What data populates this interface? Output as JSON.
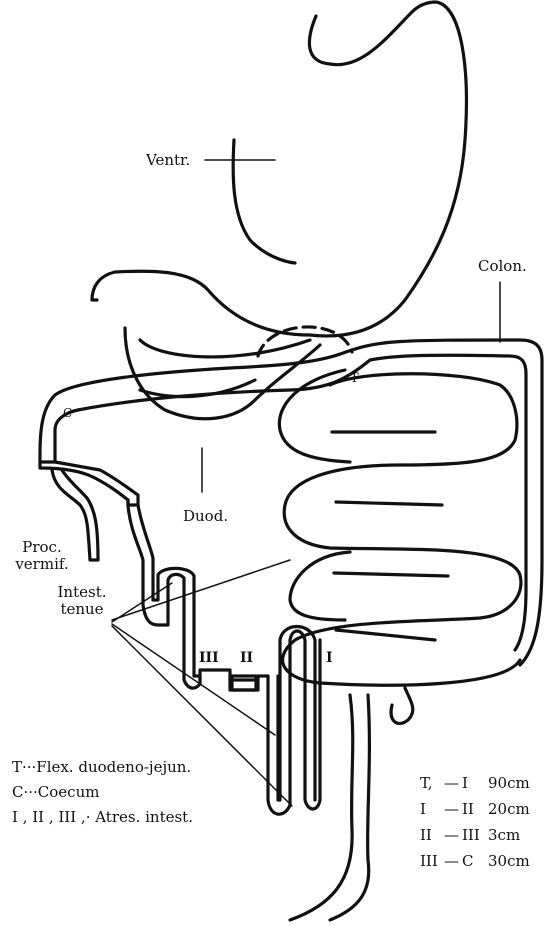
{
  "labels": {
    "ventr": "Ventr.",
    "colon": "Colon.",
    "duod": "Duod.",
    "proc1": "Proc.",
    "proc2": "vermif.",
    "intest1": "Intest.",
    "intest2": "tenue",
    "t_mark": "T",
    "c_mark": "C",
    "roman1": "I",
    "roman2": "II",
    "roman3": "III"
  },
  "legend": {
    "line1": "T···Flex. duodeno-jejun.",
    "line2": "C···Coecum",
    "line3": "I , II , III ,· Atres. intest."
  },
  "distances": [
    {
      "from": "T,",
      "to": "I",
      "value": "90cm"
    },
    {
      "from": "I",
      "to": "II",
      "value": "20cm"
    },
    {
      "from": "II",
      "to": "III",
      "value": "3cm"
    },
    {
      "from": "III",
      "to": "C",
      "value": "30cm"
    }
  ],
  "colors": {
    "ink": "#111111",
    "paper": "#ffffff"
  }
}
